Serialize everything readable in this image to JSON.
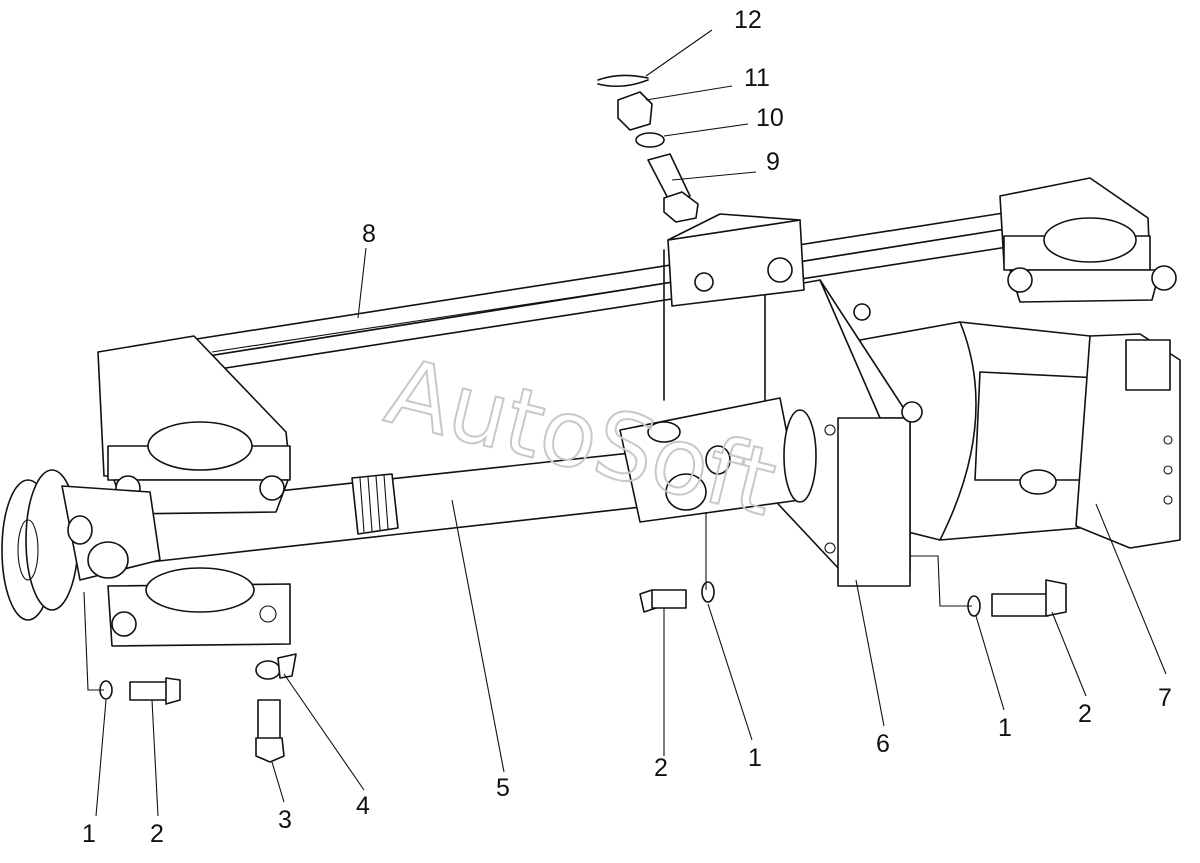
{
  "watermark": "AutoSoft",
  "callouts": [
    "12",
    "11",
    "10",
    "9",
    "8",
    "1",
    "2",
    "3",
    "4",
    "5",
    "2",
    "1",
    "6",
    "1",
    "2",
    "7"
  ]
}
